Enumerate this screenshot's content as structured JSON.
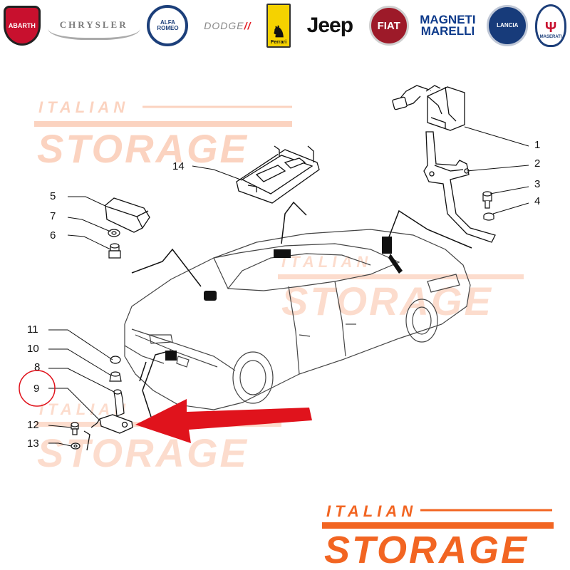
{
  "brands": [
    {
      "name": "abarth",
      "text": "ABARTH"
    },
    {
      "name": "chrysler",
      "text": "CHRYSLER"
    },
    {
      "name": "alfa-romeo",
      "text": "ALFA ROMEO"
    },
    {
      "name": "dodge",
      "text": "DODGE"
    },
    {
      "name": "ferrari",
      "text": "Ferrari"
    },
    {
      "name": "jeep",
      "text": "Jeep"
    },
    {
      "name": "fiat",
      "text": "FIAT"
    },
    {
      "name": "magneti-marelli",
      "text": "MAGNETI MARELLI"
    },
    {
      "name": "lancia",
      "text": "LANCIA"
    },
    {
      "name": "maserati",
      "text": "MASERATI"
    }
  ],
  "watermark": {
    "line1": "ITALIAN",
    "line2": "STORAGE",
    "color": "#f26522"
  },
  "callouts": {
    "c1": "1",
    "c2": "2",
    "c3": "3",
    "c4": "4",
    "c5": "5",
    "c6": "6",
    "c7": "7",
    "c8": "8",
    "c9": "9",
    "c10": "10",
    "c11": "11",
    "c12": "12",
    "c13": "13",
    "c14": "14"
  },
  "colors": {
    "highlight_arrow": "#e0131c",
    "highlight_circle": "#e0131c",
    "line_art": "#222222"
  }
}
